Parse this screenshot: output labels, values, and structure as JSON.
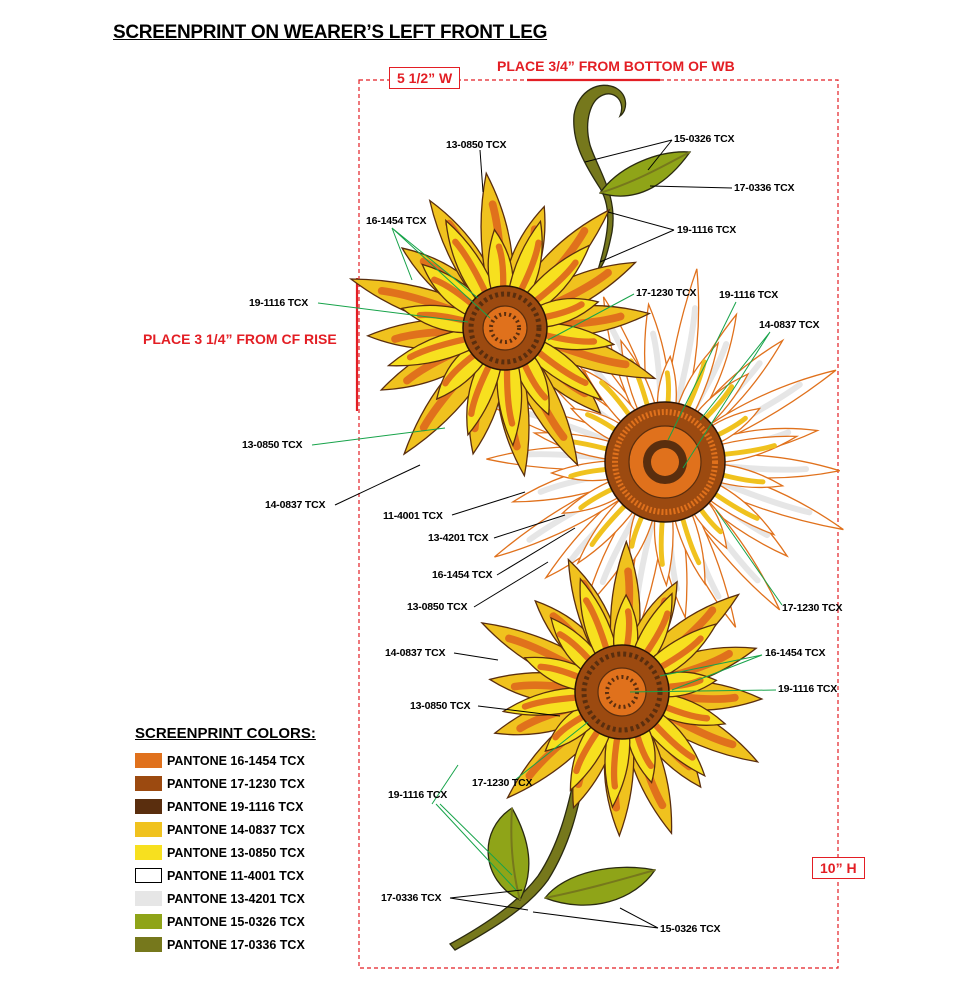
{
  "title": "SCREENPRINT ON WEARER’S LEFT FRONT LEG",
  "dimensions": {
    "width_label": "5 1/2” W",
    "height_label": "10” H",
    "placement_top": "PLACE 3/4” FROM BOTTOM OF WB",
    "placement_side": "PLACE 3 1/4” FROM CF RISE"
  },
  "callouts": {
    "c01": "13-0850 TCX",
    "c02": "15-0326 TCX",
    "c03": "17-0336 TCX",
    "c04": "16-1454 TCX",
    "c05": "19-1116 TCX",
    "c06": "17-1230 TCX",
    "c07": "19-1116 TCX",
    "c08": "19-1116 TCX",
    "c09": "14-0837 TCX",
    "c10": "13-0850 TCX",
    "c11": "14-0837 TCX",
    "c12": "11-4001 TCX",
    "c13": "13-4201 TCX",
    "c14": "16-1454 TCX",
    "c15": "13-0850 TCX",
    "c16": "17-1230 TCX",
    "c17": "14-0837 TCX",
    "c18": "16-1454 TCX",
    "c19": "13-0850 TCX",
    "c20": "19-1116 TCX",
    "c21": "17-1230 TCX",
    "c22": "19-1116 TCX",
    "c23": "17-0336 TCX",
    "c24": "15-0326 TCX"
  },
  "legend": {
    "title": "SCREENPRINT COLORS:",
    "items": [
      {
        "label": "PANTONE 16-1454 TCX",
        "color": "#e0711c"
      },
      {
        "label": "PANTONE 17-1230 TCX",
        "color": "#9c4a10"
      },
      {
        "label": "PANTONE 19-1116 TCX",
        "color": "#5a2e0e"
      },
      {
        "label": "PANTONE 14-0837 TCX",
        "color": "#f0c21e"
      },
      {
        "label": "PANTONE 13-0850 TCX",
        "color": "#f7e01f"
      },
      {
        "label": "PANTONE 11-4001 TCX",
        "color": "#ffffff"
      },
      {
        "label": "PANTONE 13-4201 TCX",
        "color": "#e6e6e6"
      },
      {
        "label": "PANTONE 15-0326 TCX",
        "color": "#8fa418"
      },
      {
        "label": "PANTONE 17-0336 TCX",
        "color": "#76781c"
      }
    ]
  },
  "colors": {
    "orange": "#e0711c",
    "rust": "#9c4a10",
    "dark_brown": "#5a2e0e",
    "gold": "#f0c21e",
    "yellow": "#f7e01f",
    "white": "#ffffff",
    "light_gray": "#e6e6e6",
    "leaf_light": "#8fa418",
    "leaf_dark": "#76781c",
    "annotation_red": "#e31e24",
    "leader_green": "#17a34a"
  }
}
